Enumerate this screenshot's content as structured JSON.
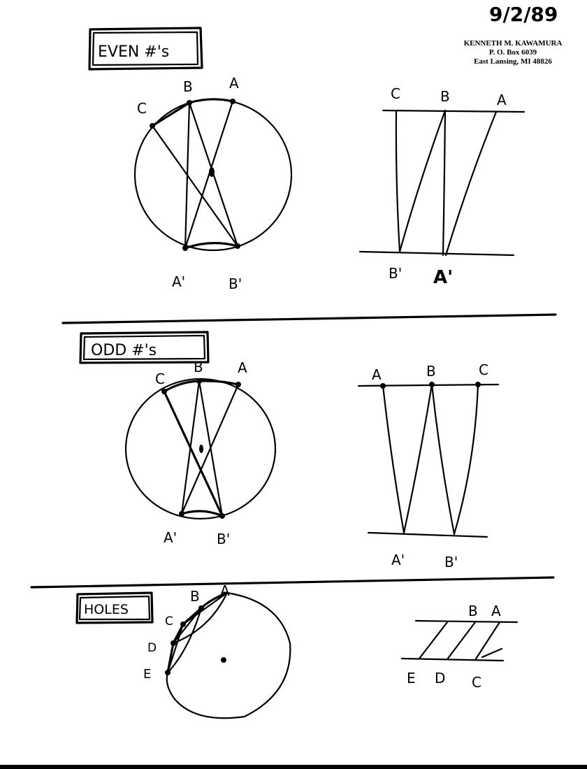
{
  "date": "9/2/89",
  "address": {
    "name": "KENNETH M. KAWAMURA",
    "line1": "P. O. Box 6039",
    "line2": "East Lansing, MI 48826"
  },
  "sections": {
    "even": {
      "title": "EVEN #'s",
      "circle_labels": {
        "c": "C",
        "b": "B",
        "a": "A",
        "a_prime": "A'",
        "b_prime": "B'"
      },
      "ladder_labels": {
        "c": "C",
        "b": "B",
        "a": "A",
        "b_prime": "B'",
        "a_prime": "A'"
      }
    },
    "odd": {
      "title": "ODD #'s",
      "circle_labels": {
        "c": "C",
        "b": "B",
        "a": "A",
        "a_prime": "A'",
        "b_prime": "B'"
      },
      "ladder_labels": {
        "a": "A",
        "b": "B",
        "c": "C",
        "a_prime": "A'",
        "b_prime": "B'"
      }
    },
    "holes": {
      "title": "HOLES",
      "circle_labels": {
        "a": "A",
        "b": "B",
        "c": "C",
        "d": "D",
        "e": "E"
      },
      "ladder_labels": {
        "b": "B",
        "a": "A",
        "e": "E",
        "d": "D",
        "c": "C"
      }
    }
  }
}
